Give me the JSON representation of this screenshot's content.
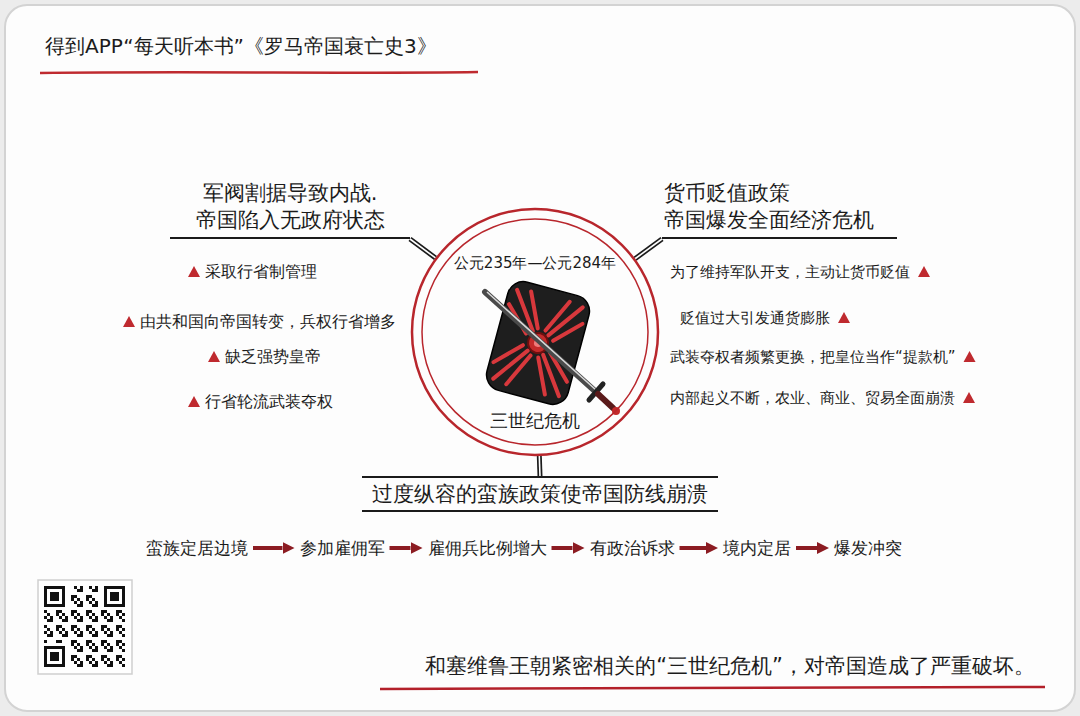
{
  "diagram": {
    "title": "得到APP“每天听本书”《罗马帝国衰亡史3》",
    "caption": "和塞维鲁王朝紧密相关的“三世纪危机”，对帝国造成了严重破坏。",
    "nodes": [
      {
        "text": [
          "公元235年—公元284年",
          "三世纪危机"
        ]
      },
      {
        "text": [
          "军阀割据导致内战. 帝国陷入无政府状态"
        ]
      },
      {
        "text": [
          "货币贬值政策 帝国爆发全面经济危机"
        ]
      },
      {
        "text": [
          "过度纵容的蛮族政策使帝国防线崩溃"
        ]
      },
      {
        "text": [
          "蛮族定居边境"
        ]
      },
      {
        "text": [
          "参加雇佣军"
        ]
      },
      {
        "text": [
          "雇佣兵比例增大"
        ]
      },
      {
        "text": [
          "有政治诉求"
        ]
      },
      {
        "text": [
          "境内定居"
        ]
      },
      {
        "text": [
          "爆发冲突"
        ]
      }
    ],
    "edges": [
      {
        "from": 0,
        "to": 1,
        "arrow": "none"
      },
      {
        "from": 0,
        "to": 2,
        "arrow": "none"
      },
      {
        "from": 0,
        "to": 3,
        "arrow": "none"
      },
      {
        "from": 4,
        "to": 5,
        "arrow": "to"
      },
      {
        "from": 5,
        "to": 6,
        "arrow": "to"
      },
      {
        "from": 6,
        "to": 7,
        "arrow": "to"
      },
      {
        "from": 7,
        "to": 8,
        "arrow": "to"
      },
      {
        "from": 8,
        "to": 9,
        "arrow": "to"
      }
    ],
    "labels": [
      "采取行省制管理",
      "由共和国向帝国转变，兵权行省增多",
      "缺乏强势皇帝",
      "行省轮流武装夺权",
      "为了维持军队开支，主动让货币贬值",
      "贬值过大引发通货膨胀",
      "武装夺权者频繁更换，把皇位当作“提款机”",
      "内部起义不断，农业、商业、贸易全面崩溃"
    ]
  }
}
